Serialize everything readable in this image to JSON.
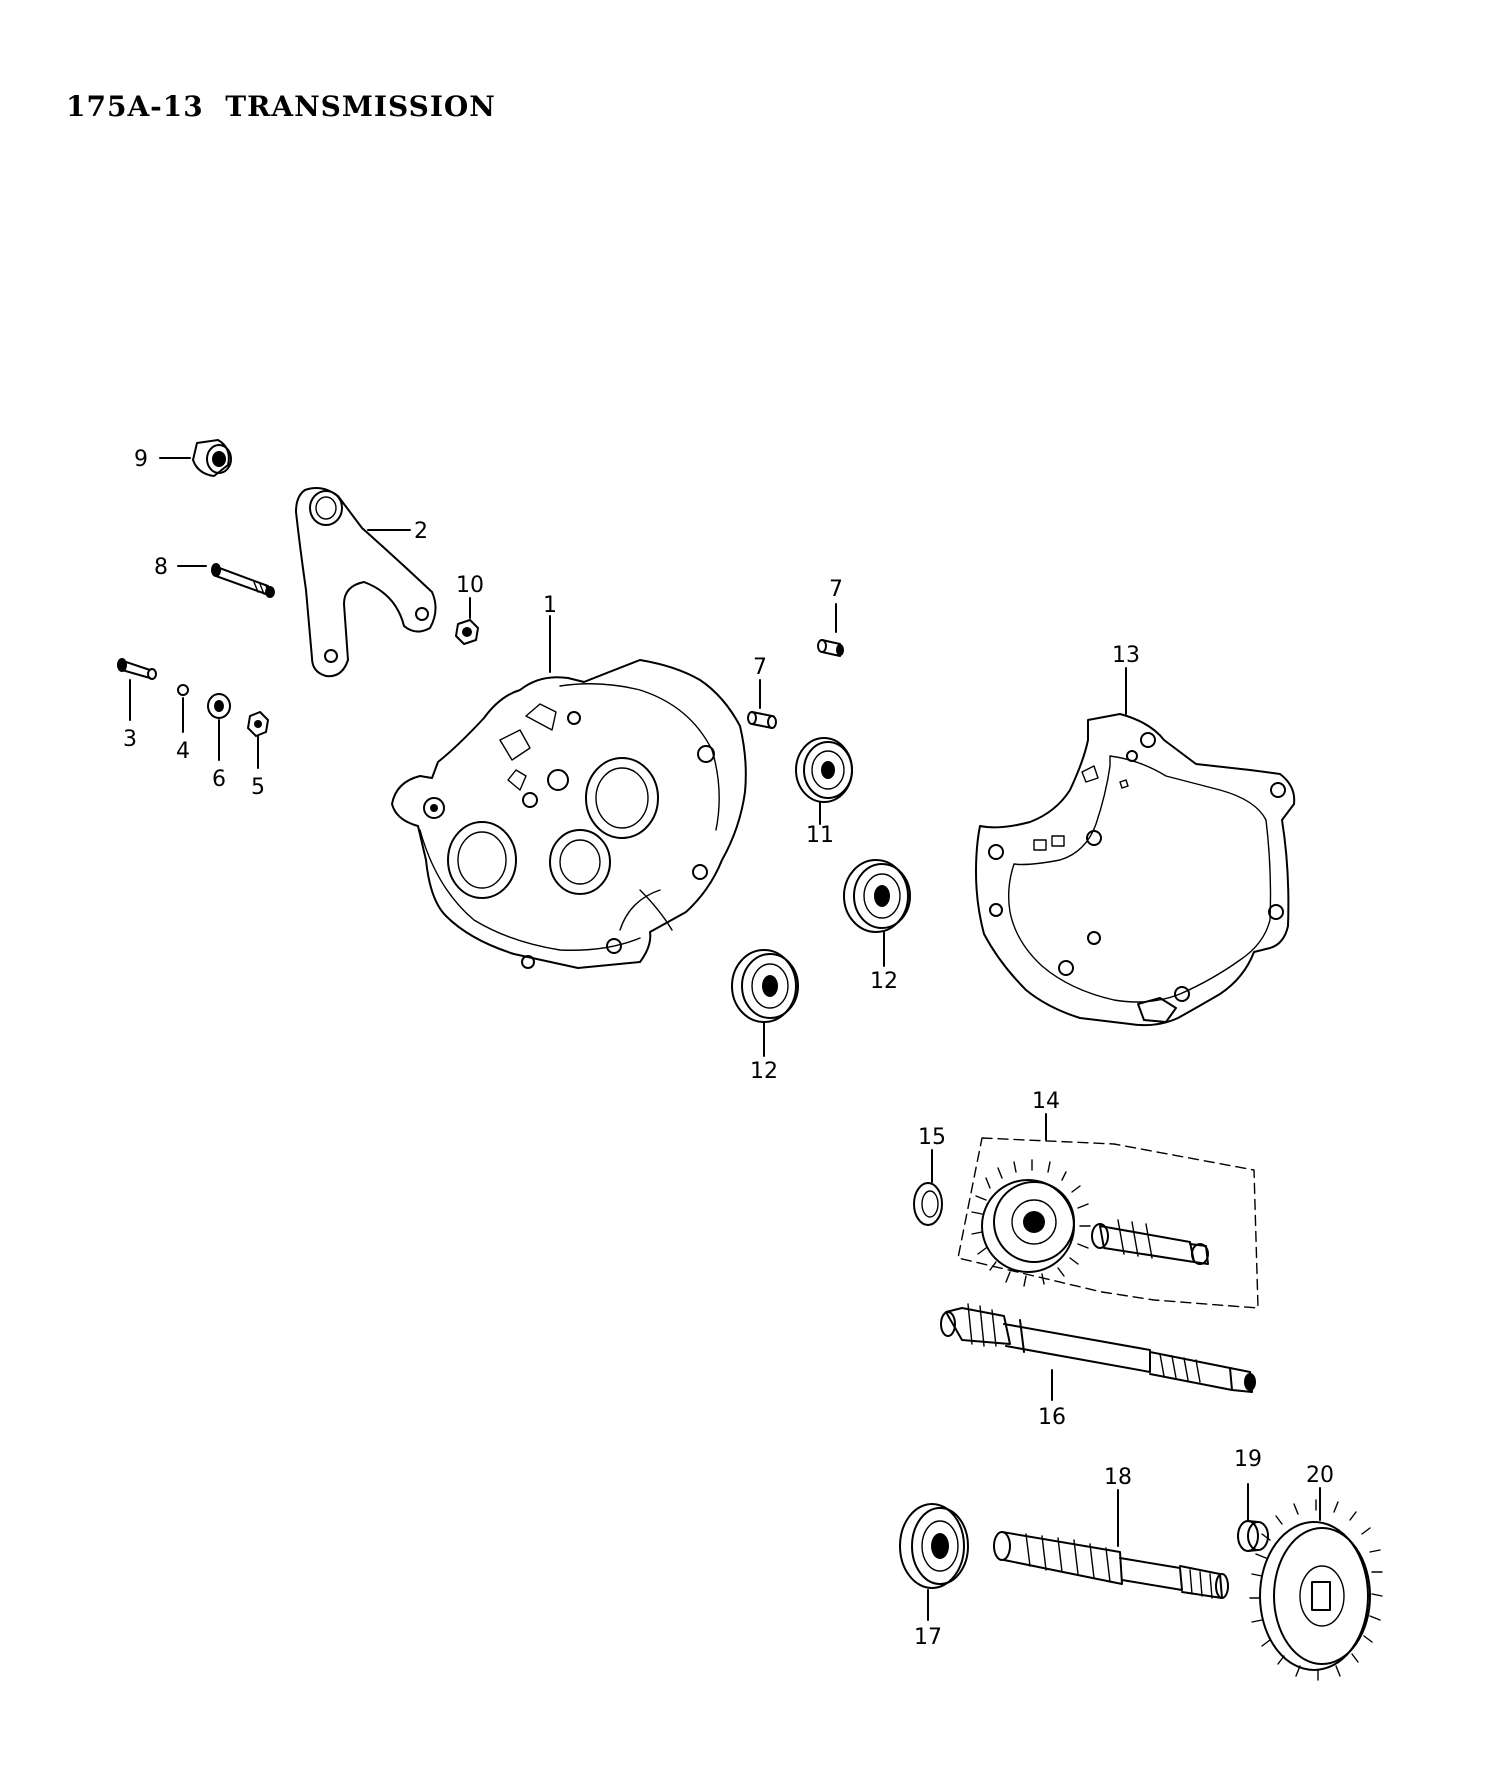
{
  "page": {
    "title": "175A-13  TRANSMISSION"
  },
  "callouts": [
    {
      "id": "c9",
      "label": "9"
    },
    {
      "id": "c2",
      "label": "2"
    },
    {
      "id": "c8",
      "label": "8"
    },
    {
      "id": "c10",
      "label": "10"
    },
    {
      "id": "c1",
      "label": "1"
    },
    {
      "id": "c7a",
      "label": "7"
    },
    {
      "id": "c7b",
      "label": "7"
    },
    {
      "id": "c13",
      "label": "13"
    },
    {
      "id": "c3",
      "label": "3"
    },
    {
      "id": "c4",
      "label": "4"
    },
    {
      "id": "c6",
      "label": "6"
    },
    {
      "id": "c5",
      "label": "5"
    },
    {
      "id": "c11",
      "label": "11"
    },
    {
      "id": "c12a",
      "label": "12"
    },
    {
      "id": "c12b",
      "label": "12"
    },
    {
      "id": "c14",
      "label": "14"
    },
    {
      "id": "c15",
      "label": "15"
    },
    {
      "id": "c16",
      "label": "16"
    },
    {
      "id": "c18",
      "label": "18"
    },
    {
      "id": "c19",
      "label": "19"
    },
    {
      "id": "c20",
      "label": "20"
    },
    {
      "id": "c17",
      "label": "17"
    }
  ]
}
